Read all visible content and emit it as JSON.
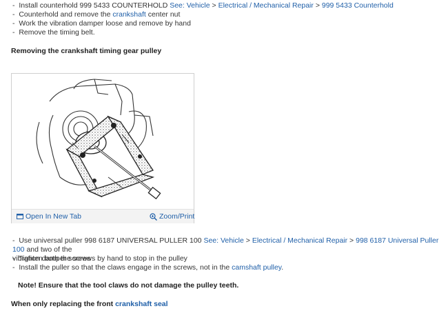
{
  "steps_top": [
    {
      "bullet": "-",
      "text": "Install counterhold 999 5433 COUNTERHOLD ",
      "link_see": "See: Vehicle",
      "sep": ">",
      "crumbs": [
        "Electrical / Mechanical Repair",
        "999 5433 Counterhold"
      ]
    },
    {
      "bullet": "-",
      "text_before": "Counterhold and remove the ",
      "link": "crankshaft",
      "text_after": " center nut"
    },
    {
      "bullet": "-",
      "text": "Work the vibration damper loose and remove by hand"
    },
    {
      "bullet": "-",
      "text": "Remove the timing belt."
    }
  ],
  "section_heading": "Removing the crankshaft timing gear pulley",
  "figure": {
    "open_label": "Open In New Tab",
    "zoom_label": "Zoom/Print",
    "icons": [
      "open-tab-icon",
      "zoom-icon"
    ]
  },
  "steps_bottom": {
    "puller_line1_a": "Use universal puller 998 6187 UNIVERSAL PULLER 100 ",
    "puller_see": "See: Vehicle",
    "puller_crumb1": "Electrical / Mechanical Repair",
    "puller_crumb2": "998 6187 Universal Puller 100",
    "puller_line1_b": " and two of the",
    "puller_line2": "vibration damper screws",
    "tighten": "Tighten both the screws by hand to stop in the pulley",
    "install_a": "Install the puller so that the claws engage in the screws, not in the ",
    "install_link": "camshaft pulley",
    "install_b": "."
  },
  "note": "Note! Ensure that the tool claws do not damage the pulley teeth.",
  "front_heading_a": "When only replacing the front ",
  "front_heading_link": "crankshaft seal",
  "colors": {
    "link": "#1f5fa8",
    "text": "#333333",
    "bar": "#f3f3f3"
  }
}
